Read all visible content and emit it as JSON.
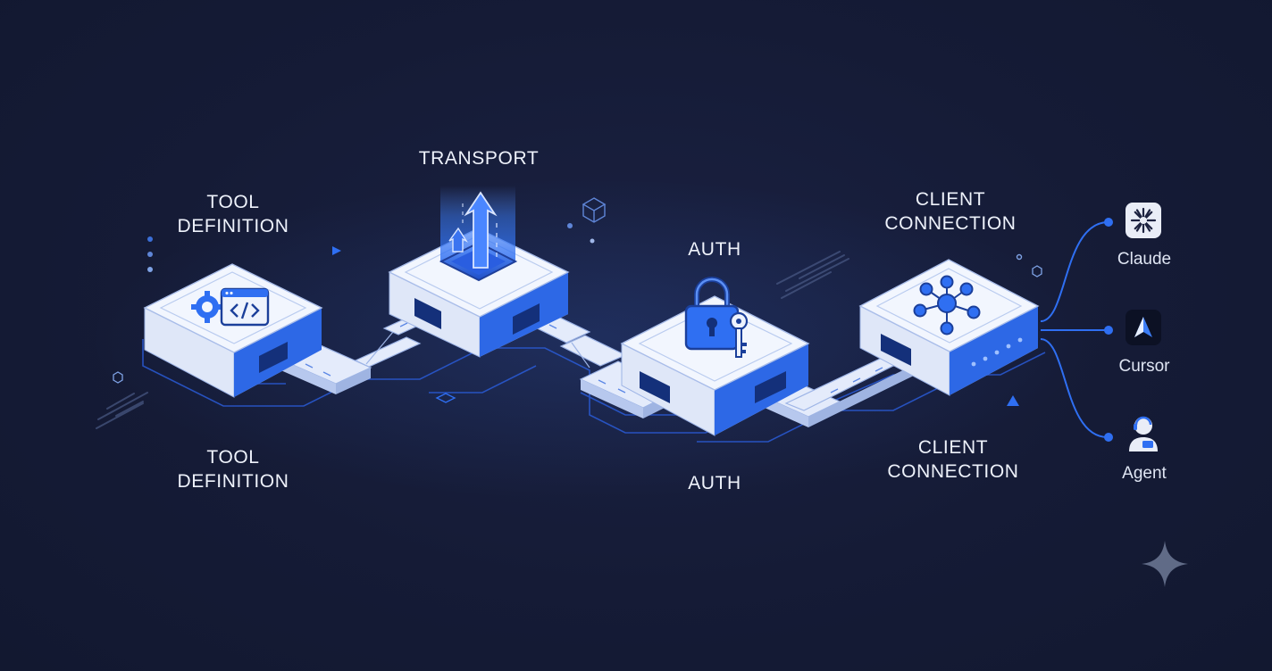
{
  "stages": {
    "tool_definition": {
      "top_label": [
        "TOOL",
        "DEFINITION"
      ],
      "bottom_label": [
        "TOOL",
        "DEFINITION"
      ],
      "icon": "gear-code-window-icon"
    },
    "transport": {
      "top_label": "TRANSPORT",
      "icon": "up-arrow-beam-icon"
    },
    "auth": {
      "top_label": "AUTH",
      "bottom_label": "AUTH",
      "icon": "padlock-key-icon"
    },
    "client_connection": {
      "top_label": [
        "CLIENT",
        "CONNECTION"
      ],
      "bottom_label": [
        "CLIENT",
        "CONNECTION"
      ],
      "icon": "network-hub-icon"
    }
  },
  "clients": [
    {
      "name": "Claude",
      "icon": "claude-starburst-icon"
    },
    {
      "name": "Cursor",
      "icon": "cursor-arrow-icon"
    },
    {
      "name": "Agent",
      "icon": "agent-person-icon"
    }
  ],
  "colors": {
    "background": "#141a33",
    "accent": "#2f6ff2",
    "platform_top": "#eef3fd",
    "platform_side": "#d2ddf5",
    "label_text": "#eef2fb"
  }
}
